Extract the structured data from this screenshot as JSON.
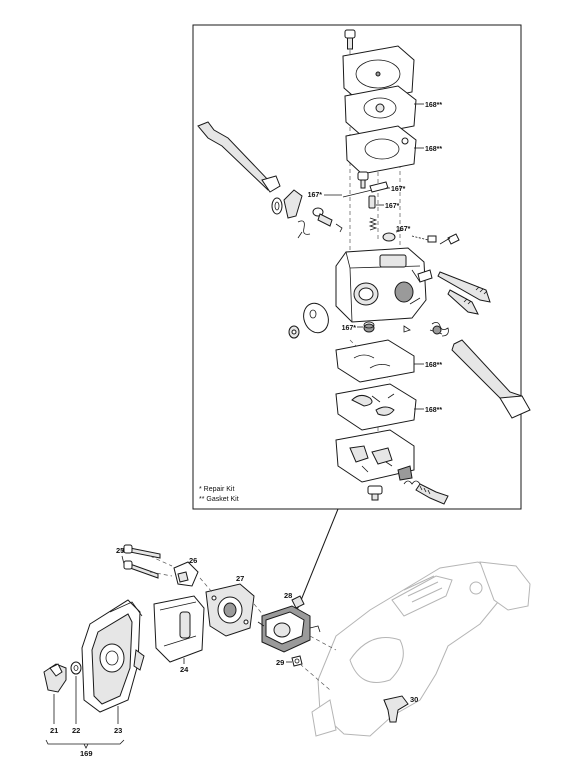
{
  "callouts": {
    "c168a": "168**",
    "c168b": "168**",
    "c168c": "168**",
    "c168d": "168**",
    "c167a": "167*",
    "c167b": "167*",
    "c167c": "167*",
    "c167d": "167*",
    "c167e": "167*",
    "n21": "21",
    "n22": "22",
    "n23": "23",
    "n24": "24",
    "n25": "25",
    "n26": "26",
    "n27": "27",
    "n28": "28",
    "n29": "29",
    "n30": "30",
    "n169": "169"
  },
  "legend": {
    "repair": "* Repair Kit",
    "gasket": "** Gasket Kit"
  }
}
